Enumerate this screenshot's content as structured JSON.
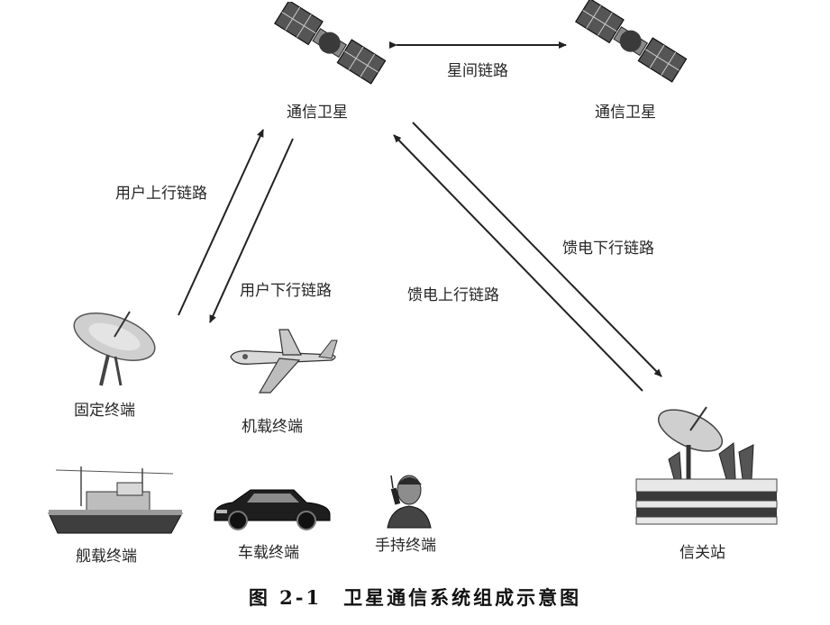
{
  "diagram": {
    "nodes": {
      "satellite_left": "通信卫星",
      "satellite_right": "通信卫星",
      "fixed_terminal": "固定终端",
      "airborne_terminal": "机载终端",
      "shipborne_terminal": "舰载终端",
      "vehicle_terminal": "车载终端",
      "handheld_terminal": "手持终端",
      "gateway_station": "信关站"
    },
    "links": {
      "inter_satellite": "星间链路",
      "user_uplink": "用户上行链路",
      "user_downlink": "用户下行链路",
      "feeder_downlink": "馈电下行链路",
      "feeder_uplink": "馈电上行链路"
    },
    "icons": [
      "satellite-icon",
      "dish-antenna-icon",
      "airplane-icon",
      "ship-icon",
      "car-icon",
      "handheld-user-icon",
      "gateway-station-icon"
    ]
  },
  "caption": "图 2-1　卫星通信系统组成示意图"
}
